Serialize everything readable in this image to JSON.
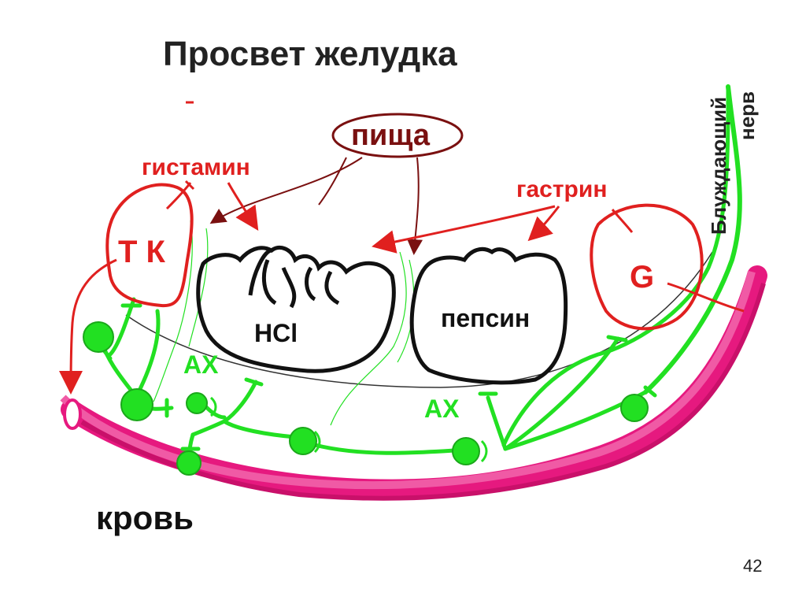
{
  "title": "Просвет желудка",
  "labels": {
    "food": "пища",
    "histamine": "гистамин",
    "gastrin": "гастрин",
    "tk": "Т К",
    "g_cell": "G",
    "hcl": "HCl",
    "pepsin": "пепсин",
    "ach_left": "АХ",
    "ach_right": "АХ",
    "blood": "кровь",
    "vagus_line1": "Блуждающий",
    "vagus_line2": "нерв"
  },
  "page_number": "42",
  "colors": {
    "cells_red": "#e0201f",
    "nerve_green": "#22e022",
    "blood_pink": "#e6197f",
    "food_brown": "#7a1010",
    "outline_black": "#111111"
  }
}
